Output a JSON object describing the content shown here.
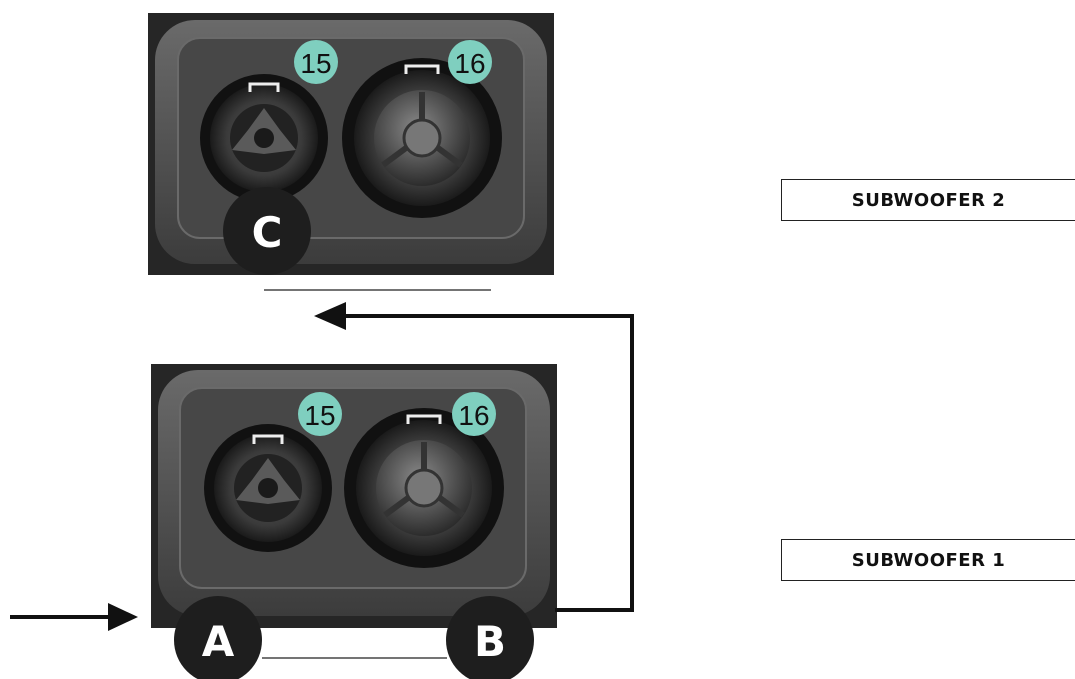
{
  "panels": [
    {
      "id": "subwoofer-2",
      "connector_left_number": "15",
      "connector_right_number": "16",
      "badge_left": "C"
    },
    {
      "id": "subwoofer-1",
      "connector_left_number": "15",
      "connector_right_number": "16",
      "badge_left": "A",
      "badge_right": "B"
    }
  ],
  "labels": {
    "subwoofer_2": "SUBWOOFER 2",
    "subwoofer_1": "SUBWOOFER 1"
  },
  "colors": {
    "panel_dark": "#2a2a2a",
    "panel_mid": "#4a4a4a",
    "number_badge": "#7fcfbf",
    "letter_badge": "#1e1e1e",
    "arrow": "#111111"
  },
  "icons": [
    "speakon-connector-icon",
    "arrow-right-icon",
    "arrow-left-icon"
  ]
}
